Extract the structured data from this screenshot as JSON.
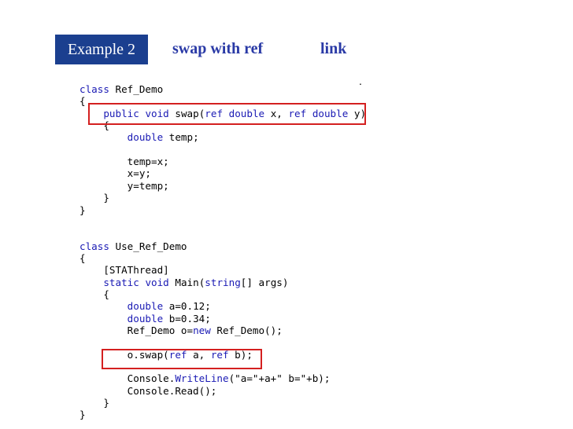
{
  "header": {
    "label": "Example 2",
    "title": "swap with ref",
    "link": "link"
  },
  "dot": ".",
  "colors": {
    "header_bg": "#1b3f8f",
    "header_text": "#2a3aa6",
    "keyword": "#1a1ab4",
    "highlight_box": "#d42020"
  },
  "code_lines": [
    [
      {
        "k": "kw",
        "t": "class"
      },
      {
        "k": "",
        "t": " Ref_Demo"
      }
    ],
    [
      {
        "k": "",
        "t": "{"
      }
    ],
    [
      {
        "k": "",
        "t": "    "
      },
      {
        "k": "kw",
        "t": "public"
      },
      {
        "k": "",
        "t": " "
      },
      {
        "k": "kw",
        "t": "void"
      },
      {
        "k": "",
        "t": " swap("
      },
      {
        "k": "kw",
        "t": "ref"
      },
      {
        "k": "",
        "t": " "
      },
      {
        "k": "kw",
        "t": "double"
      },
      {
        "k": "",
        "t": " x, "
      },
      {
        "k": "kw",
        "t": "ref"
      },
      {
        "k": "",
        "t": " "
      },
      {
        "k": "kw",
        "t": "double"
      },
      {
        "k": "",
        "t": " y)"
      }
    ],
    [
      {
        "k": "",
        "t": "    {"
      }
    ],
    [
      {
        "k": "",
        "t": "        "
      },
      {
        "k": "kw",
        "t": "double"
      },
      {
        "k": "",
        "t": " temp;"
      }
    ],
    [
      {
        "k": "",
        "t": ""
      }
    ],
    [
      {
        "k": "",
        "t": "        temp=x;"
      }
    ],
    [
      {
        "k": "",
        "t": "        x=y;"
      }
    ],
    [
      {
        "k": "",
        "t": "        y=temp;"
      }
    ],
    [
      {
        "k": "",
        "t": "    }"
      }
    ],
    [
      {
        "k": "",
        "t": "}"
      }
    ],
    [
      {
        "k": "",
        "t": ""
      }
    ],
    [
      {
        "k": "",
        "t": ""
      }
    ],
    [
      {
        "k": "kw",
        "t": "class"
      },
      {
        "k": "",
        "t": " Use_Ref_Demo"
      }
    ],
    [
      {
        "k": "",
        "t": "{"
      }
    ],
    [
      {
        "k": "",
        "t": "    [STAThread]"
      }
    ],
    [
      {
        "k": "",
        "t": "    "
      },
      {
        "k": "kw",
        "t": "static"
      },
      {
        "k": "",
        "t": " "
      },
      {
        "k": "kw",
        "t": "void"
      },
      {
        "k": "",
        "t": " Main("
      },
      {
        "k": "kw",
        "t": "string"
      },
      {
        "k": "",
        "t": "[] args)"
      }
    ],
    [
      {
        "k": "",
        "t": "    {"
      }
    ],
    [
      {
        "k": "",
        "t": "        "
      },
      {
        "k": "kw",
        "t": "double"
      },
      {
        "k": "",
        "t": " a=0.12;"
      }
    ],
    [
      {
        "k": "",
        "t": "        "
      },
      {
        "k": "kw",
        "t": "double"
      },
      {
        "k": "",
        "t": " b=0.34;"
      }
    ],
    [
      {
        "k": "",
        "t": "        Ref_Demo o="
      },
      {
        "k": "kw",
        "t": "new"
      },
      {
        "k": "",
        "t": " Ref_Demo();"
      }
    ],
    [
      {
        "k": "",
        "t": ""
      }
    ],
    [
      {
        "k": "",
        "t": "        o.swap("
      },
      {
        "k": "kw",
        "t": "ref"
      },
      {
        "k": "",
        "t": " a, "
      },
      {
        "k": "kw",
        "t": "ref"
      },
      {
        "k": "",
        "t": " b);"
      }
    ],
    [
      {
        "k": "",
        "t": ""
      }
    ],
    [
      {
        "k": "",
        "t": "        Console."
      },
      {
        "k": "kw",
        "t": "WriteLine"
      },
      {
        "k": "",
        "t": "(\"a=\"+a+\" b=\"+b);"
      }
    ],
    [
      {
        "k": "",
        "t": "        Console.Read();"
      }
    ],
    [
      {
        "k": "",
        "t": "    }"
      }
    ],
    [
      {
        "k": "",
        "t": "}"
      }
    ]
  ]
}
